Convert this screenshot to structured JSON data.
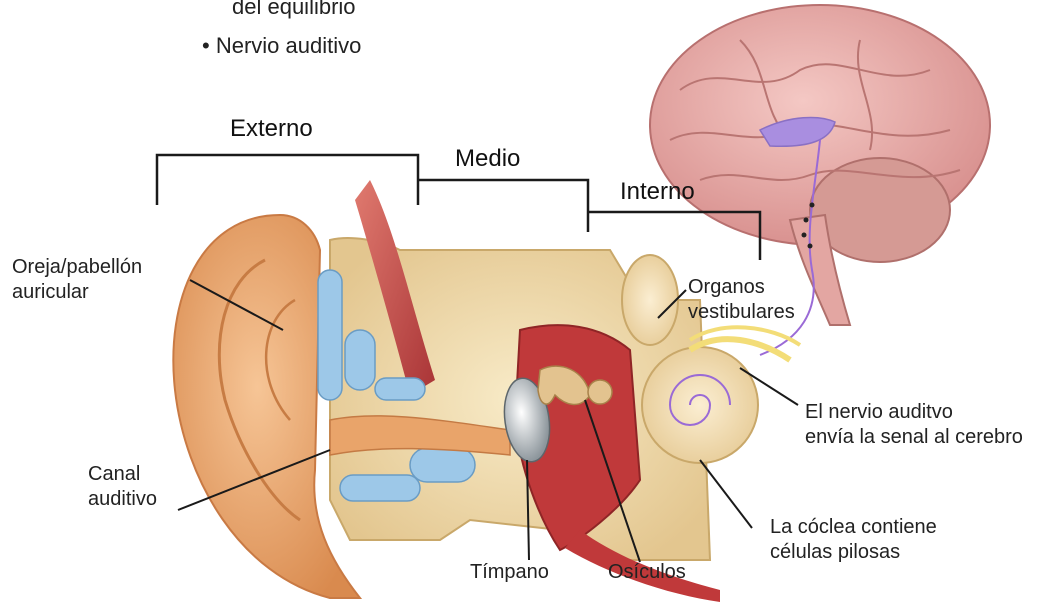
{
  "bullets": {
    "line_top": "del equilibrio",
    "line_nervio": "• Nervio auditivo"
  },
  "sections": {
    "externo": "Externo",
    "medio": "Medio",
    "interno": "Interno"
  },
  "labels": {
    "oreja_1": "Oreja/pabellón",
    "oreja_2": "auricular",
    "canal_1": "Canal",
    "canal_2": "auditivo",
    "timpano": "Tímpano",
    "osiculos": "Osículos",
    "organos_1": "Organos",
    "organos_2": "vestibulares",
    "nervio_1": "El nervio auditvo",
    "nervio_2": "envía la senal al cerebro",
    "coclea_1": "La cóclea contiene",
    "coclea_2": "células pilosas"
  },
  "colors": {
    "skin": "#f2b27a",
    "skin_dark": "#d9894f",
    "bone": "#f0ddb0",
    "cartilage": "#9dc8e8",
    "muscle": "#c6484a",
    "brain": "#e8b0b0",
    "brain_highlight": "#a98ee0",
    "nerve": "#f3dd78"
  }
}
